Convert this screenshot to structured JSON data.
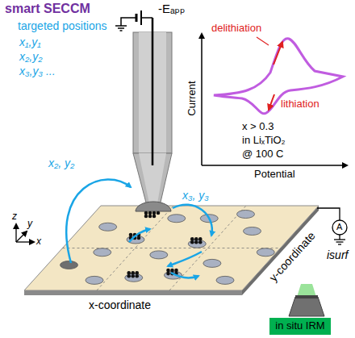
{
  "diagram": {
    "title": "smart SECCM",
    "nodes": [
      {
        "text": [
          "in situ IRM"
        ]
      }
    ],
    "labels": [
      "targeted positions",
      "x₁,y₁",
      "x₂,y₂",
      "x₃,y₃ ...",
      "-Eₐₚₚ",
      "delithiation",
      "lithiation",
      "x > 0.3",
      "in LiₓTiO₂",
      "@ 100 C",
      "Current",
      "Potential",
      "x₂, y₂",
      "x₃, y₃",
      "z",
      "x",
      "y",
      "x-coordinate",
      "y-coordinate",
      "A",
      "isurf"
    ]
  }
}
